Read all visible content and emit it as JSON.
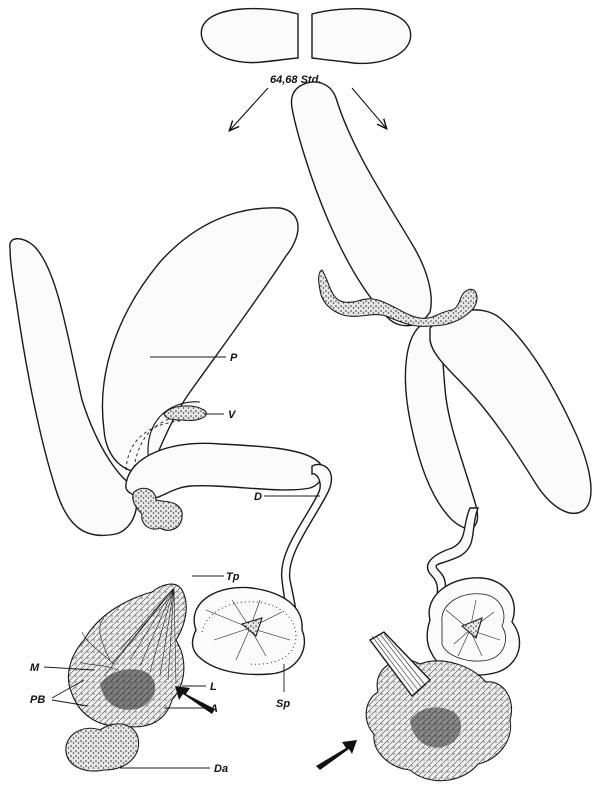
{
  "stage_label": "64,68 Std.",
  "labels": {
    "P": "P",
    "V": "V",
    "D": "D",
    "Tp": "Tp",
    "M": "M",
    "L": "L",
    "PB": "PB",
    "A": "A",
    "Sp": "Sp",
    "Da": "Da"
  }
}
